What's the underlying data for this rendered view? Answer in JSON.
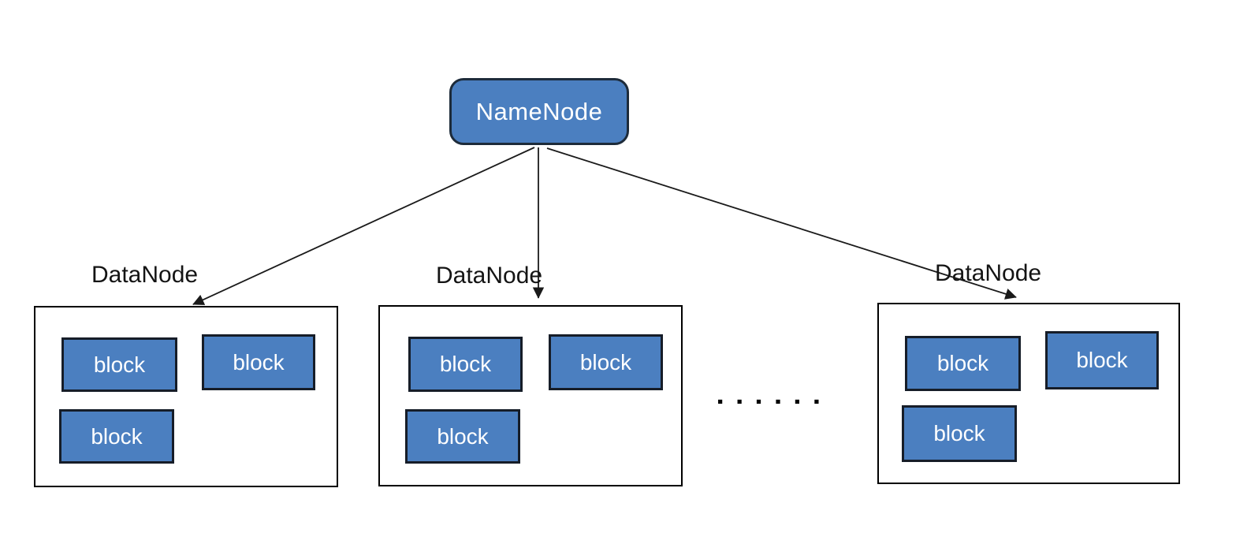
{
  "diagram": {
    "description": "HDFS master-worker architecture diagram"
  },
  "colors": {
    "node_fill": "#4b7fc0",
    "node_border": "#1d2b3a",
    "box_border": "#000000",
    "text_light": "#ffffff",
    "text_dark": "#141414"
  },
  "namenode": {
    "label": "NameNode"
  },
  "datanodes": [
    {
      "label": "DataNode",
      "blocks": [
        "block",
        "block",
        "block"
      ]
    },
    {
      "label": "DataNode",
      "blocks": [
        "block",
        "block",
        "block"
      ]
    },
    {
      "label": "DataNode",
      "blocks": [
        "block",
        "block",
        "block"
      ]
    }
  ],
  "ellipsis": "▪▪▪▪▪▪"
}
